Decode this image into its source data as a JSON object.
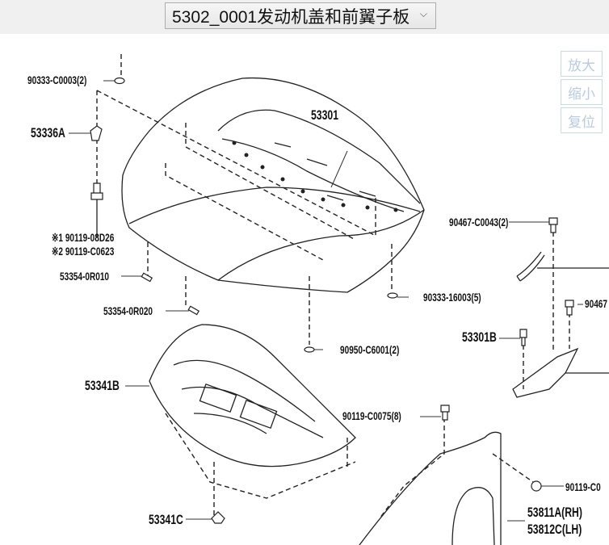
{
  "header": {
    "diagram_select_value": "5302_0001发动机盖和前翼子板"
  },
  "zoom_controls": {
    "zoom_in": "放大",
    "zoom_out": "缩小",
    "reset": "复位"
  },
  "parts": {
    "p90333_c0003": "90333-C0003(2)",
    "p53336a": "53336A",
    "p90119_08d26": "※1 90119-08D26",
    "p90119_c0623": "※2 90119-C0623",
    "p53354_0r010": "53354-0R010",
    "p53354_0r020": "53354-0R020",
    "p53341b": "53341B",
    "p53341c": "53341C",
    "p53301": "53301",
    "p90467_c0043": "90467-C0043(2)",
    "p90333_16003": "90333-16003(5)",
    "p90950_c6001": "90950-C6001(2)",
    "p53301b": "53301B",
    "p90467_cut": "90467",
    "p90119_c0075": "90119-C0075(8)",
    "p90119_cut": "90119-C0",
    "p53811a": "53811A(RH)",
    "p53812c": "53812C(LH)"
  }
}
